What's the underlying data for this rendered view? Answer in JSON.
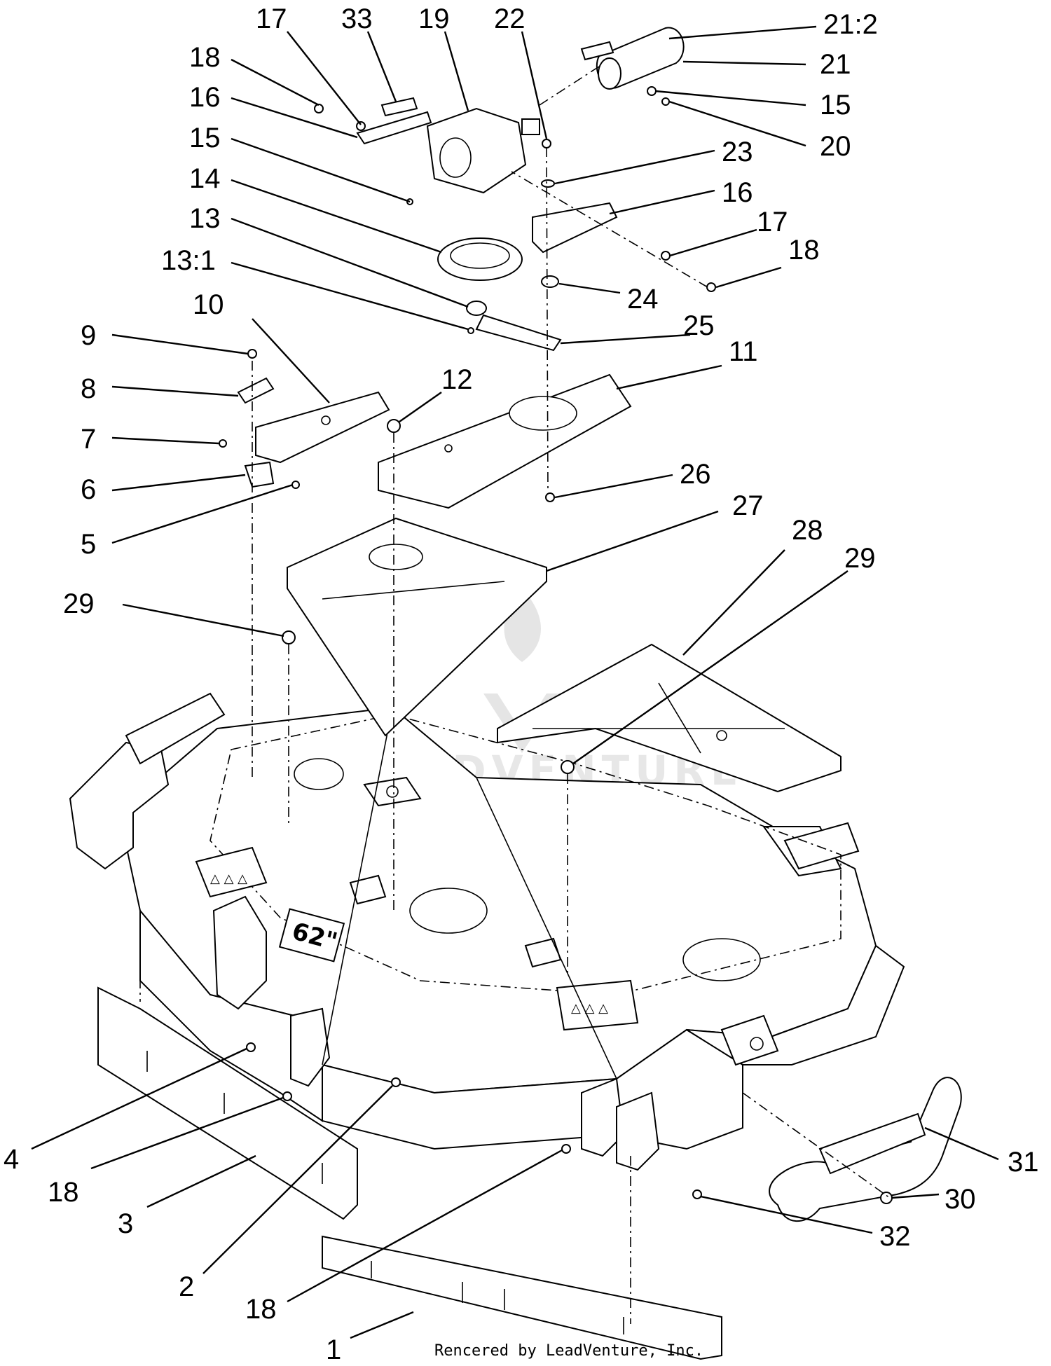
{
  "diagram": {
    "callouts": [
      {
        "id": "c-17a",
        "label": "17"
      },
      {
        "id": "c-33",
        "label": "33"
      },
      {
        "id": "c-19",
        "label": "19"
      },
      {
        "id": "c-22",
        "label": "22"
      },
      {
        "id": "c-21-2",
        "label": "21:2"
      },
      {
        "id": "c-18a",
        "label": "18"
      },
      {
        "id": "c-21",
        "label": "21"
      },
      {
        "id": "c-16a",
        "label": "16"
      },
      {
        "id": "c-15a",
        "label": "15"
      },
      {
        "id": "c-15b",
        "label": "15"
      },
      {
        "id": "c-20",
        "label": "20"
      },
      {
        "id": "c-14",
        "label": "14"
      },
      {
        "id": "c-23",
        "label": "23"
      },
      {
        "id": "c-16b",
        "label": "16"
      },
      {
        "id": "c-13",
        "label": "13"
      },
      {
        "id": "c-17b",
        "label": "17"
      },
      {
        "id": "c-18b",
        "label": "18"
      },
      {
        "id": "c-13-1",
        "label": "13:1"
      },
      {
        "id": "c-24",
        "label": "24"
      },
      {
        "id": "c-10",
        "label": "10"
      },
      {
        "id": "c-25",
        "label": "25"
      },
      {
        "id": "c-9",
        "label": "9"
      },
      {
        "id": "c-11",
        "label": "11"
      },
      {
        "id": "c-12",
        "label": "12"
      },
      {
        "id": "c-8",
        "label": "8"
      },
      {
        "id": "c-7",
        "label": "7"
      },
      {
        "id": "c-26",
        "label": "26"
      },
      {
        "id": "c-6",
        "label": "6"
      },
      {
        "id": "c-27",
        "label": "27"
      },
      {
        "id": "c-28",
        "label": "28"
      },
      {
        "id": "c-5",
        "label": "5"
      },
      {
        "id": "c-29b",
        "label": "29"
      },
      {
        "id": "c-29a",
        "label": "29"
      },
      {
        "id": "c-4",
        "label": "4"
      },
      {
        "id": "c-31",
        "label": "31"
      },
      {
        "id": "c-18c",
        "label": "18"
      },
      {
        "id": "c-30",
        "label": "30"
      },
      {
        "id": "c-3",
        "label": "3"
      },
      {
        "id": "c-32",
        "label": "32"
      },
      {
        "id": "c-2",
        "label": "2"
      },
      {
        "id": "c-18d",
        "label": "18"
      },
      {
        "id": "c-1",
        "label": "1"
      }
    ],
    "decal_size_label": "62\"",
    "watermark": "LEADVENTURE",
    "credit": "Rencered by LeadVenture, Inc."
  }
}
